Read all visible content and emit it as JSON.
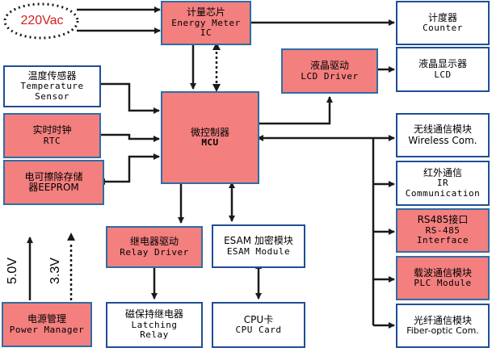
{
  "power_source": {
    "label": "220Vac"
  },
  "blocks": {
    "energy_meter": {
      "cn": "计量芯片",
      "en1": "Energy Meter",
      "en2": "IC"
    },
    "counter": {
      "cn": "计度器",
      "en": "Counter"
    },
    "lcd_driver": {
      "cn": "液晶驱动",
      "en": "LCD  Driver"
    },
    "lcd": {
      "cn": "液晶显示器",
      "en": "LCD"
    },
    "temp_sensor": {
      "cn": "温度传感器",
      "en1": "Temperature",
      "en2": "Sensor"
    },
    "rtc": {
      "cn": "实时时钟",
      "en": "RTC"
    },
    "eeprom": {
      "cn1": "电可擦除存储",
      "cn2": "器EEPROM"
    },
    "mcu": {
      "cn": "微控制器",
      "en": "MCU"
    },
    "wireless": {
      "cn": "无线通信模块",
      "en": "Wireless Com."
    },
    "ir": {
      "cn": "红外通信",
      "en1": "IR",
      "en2": "Communication"
    },
    "rs485": {
      "cn": "RS485接口",
      "en1": "RS-485",
      "en2": "Interface"
    },
    "plc": {
      "cn": "载波通信模块",
      "en": "PLC  Module"
    },
    "fiber": {
      "cn": "光纤通信模块",
      "en": "Fiber-optic Com."
    },
    "relay_driver": {
      "cn": "继电器驱动",
      "en": "Relay Driver"
    },
    "esam": {
      "cn": "ESAM 加密模块",
      "en": "ESAM Module"
    },
    "latching_relay": {
      "cn": "磁保持继电器",
      "en1": "Latching",
      "en2": "Relay"
    },
    "cpu_card": {
      "cn": "CPU卡",
      "en": "CPU Card"
    },
    "power_manager": {
      "cn": "电源管理",
      "en": "Power Manager"
    }
  },
  "voltages": {
    "v50": "5.0V",
    "v33": "3.3V"
  },
  "colors": {
    "block_fill_red": "#f37f7f",
    "border_blue": "#1f4e96",
    "ac_red": "#d42020"
  }
}
